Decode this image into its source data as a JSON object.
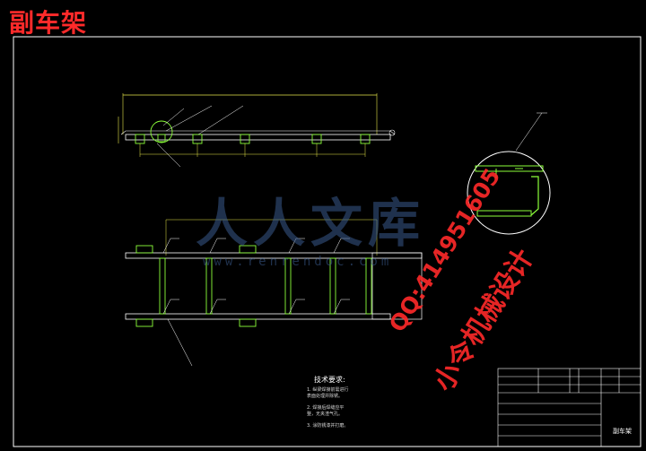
{
  "title_cn": "副车架",
  "watermarks": {
    "qq": "QQ:414951605",
    "studio": "小令机械设计",
    "renren": "人人文库",
    "site": "www.renrendoc.com"
  },
  "technical_requirements": {
    "title": "技术要求:",
    "notes": [
      "1. 纵梁焊接前需进行",
      "表面处理并除锈。",
      "2. 焊接后焊缝应平",
      "整，无夹渣气孔。",
      "3. 涂防锈漆并打磨。"
    ]
  },
  "title_block": {
    "part_name": "副车架"
  },
  "colors": {
    "background": "#000000",
    "frame": "#ffffff",
    "outline": "#ffffff",
    "part": "#8cff3a",
    "dimension": "#e6e64a",
    "leader": "#ffffff",
    "watermark_red": "#ff2a2a",
    "watermark_blue": "#3a5a8c"
  }
}
